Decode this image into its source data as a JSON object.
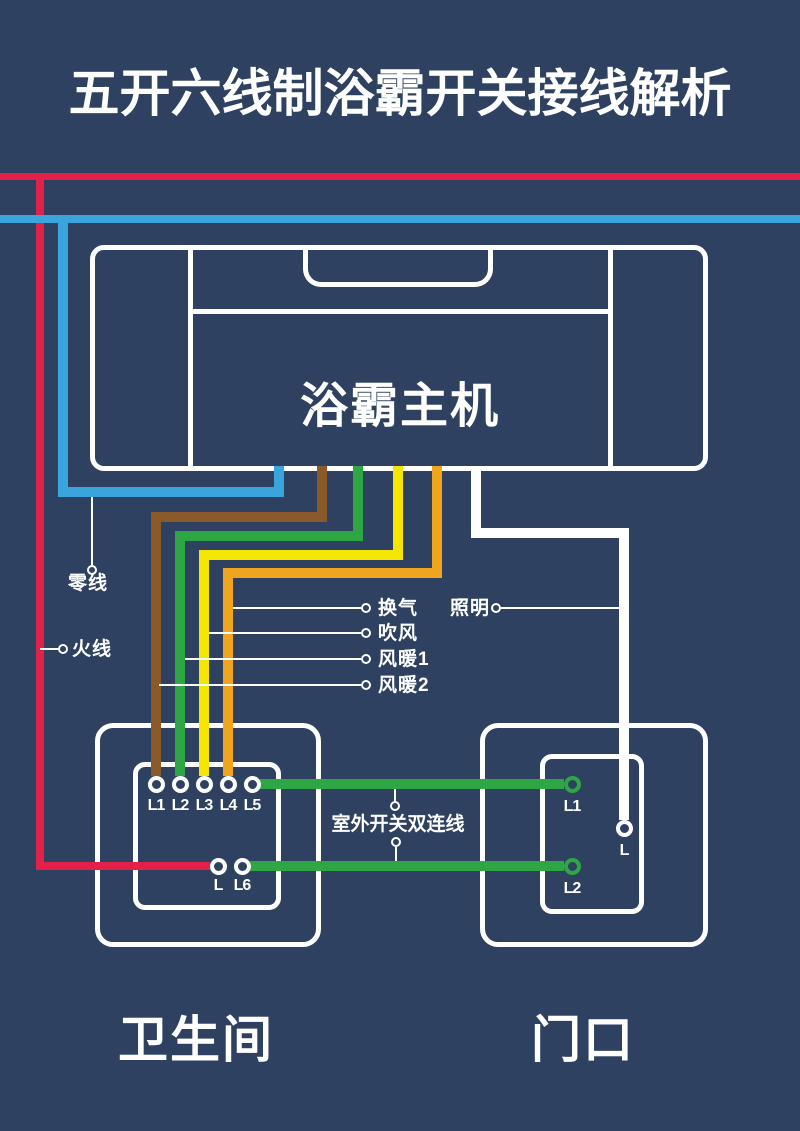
{
  "title": "五开六线制浴霸开关接线解析",
  "main_unit": {
    "label": "浴霸主机"
  },
  "wires": {
    "live": {
      "label": "火线",
      "color": "#e2204a"
    },
    "neutral": {
      "label": "零线",
      "color": "#3aa4dc"
    },
    "ventilation": {
      "label": "换气",
      "color": "#f0a51f"
    },
    "blow": {
      "label": "吹风",
      "color": "#f5e600"
    },
    "heat1": {
      "label": "风暖1",
      "color": "#2ea644"
    },
    "heat2": {
      "label": "风暖2",
      "color": "#8a5a2a"
    },
    "lighting": {
      "label": "照明",
      "color": "#ffffff"
    },
    "outdoor_link": {
      "label": "室外开关双连线",
      "color": "#2ea644"
    }
  },
  "bathroom_switch": {
    "room": "卫生间",
    "top_terminals": [
      "L1",
      "L2",
      "L3",
      "L4",
      "L5"
    ],
    "bottom_terminals": [
      "L",
      "L6"
    ]
  },
  "door_switch": {
    "room": "门口",
    "terminals": [
      "L1",
      "L",
      "L2"
    ]
  },
  "colors": {
    "background": "#2e4160",
    "outline": "#ffffff"
  }
}
